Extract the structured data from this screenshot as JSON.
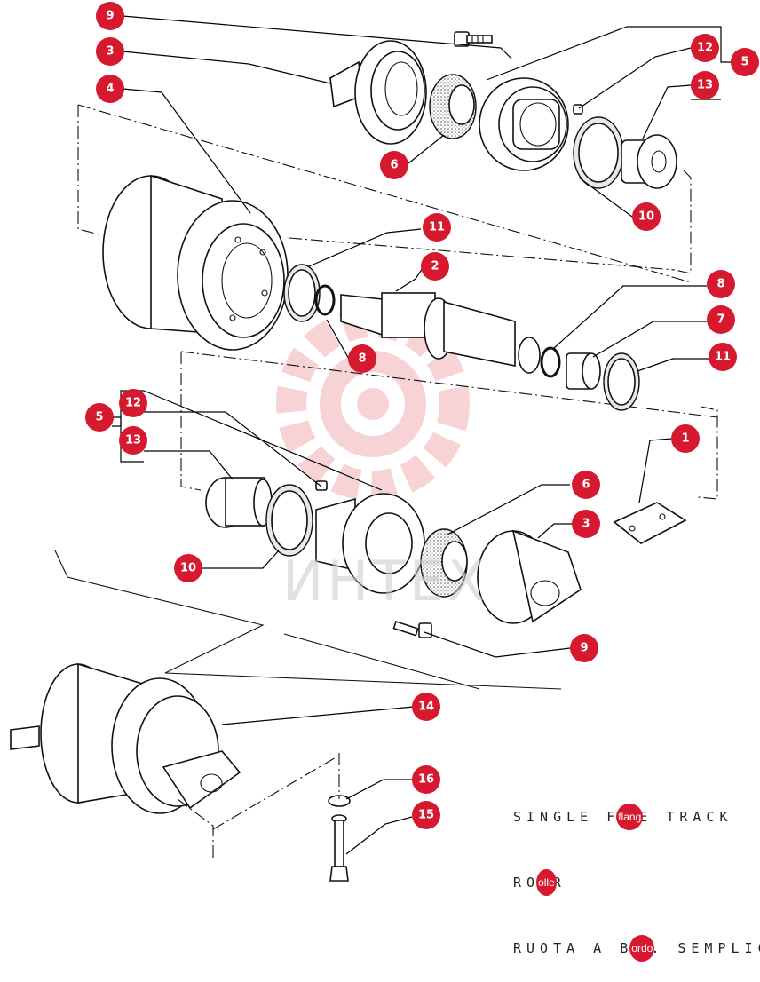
{
  "diagram": {
    "callouts": [
      {
        "id": "c9a",
        "label": "9"
      },
      {
        "id": "c3a",
        "label": "3"
      },
      {
        "id": "c4",
        "label": "4"
      },
      {
        "id": "c6a",
        "label": "6"
      },
      {
        "id": "c12a",
        "label": "12"
      },
      {
        "id": "c13a",
        "label": "13"
      },
      {
        "id": "c5a",
        "label": "5"
      },
      {
        "id": "c10a",
        "label": "10"
      },
      {
        "id": "c11a",
        "label": "11"
      },
      {
        "id": "c2",
        "label": "2"
      },
      {
        "id": "c8a",
        "label": "8"
      },
      {
        "id": "c8b",
        "label": "8"
      },
      {
        "id": "c7",
        "label": "7"
      },
      {
        "id": "c11b",
        "label": "11"
      },
      {
        "id": "c1",
        "label": "1"
      },
      {
        "id": "c5b",
        "label": "5"
      },
      {
        "id": "c12b",
        "label": "12"
      },
      {
        "id": "c13b",
        "label": "13"
      },
      {
        "id": "c6b",
        "label": "6"
      },
      {
        "id": "c3b",
        "label": "3"
      },
      {
        "id": "c10b",
        "label": "10"
      },
      {
        "id": "c9b",
        "label": "9"
      },
      {
        "id": "c14",
        "label": "14"
      },
      {
        "id": "c16",
        "label": "16"
      },
      {
        "id": "c15",
        "label": "15"
      }
    ],
    "caption": {
      "line1_a": "SINGLE F",
      "line1_dot": "flang",
      "line1_b": "E TRACK",
      "line2_a": "RO",
      "line2_dot": "olle",
      "line2_b": "R",
      "line3_a": "RUOTA A B",
      "line3_dot": "ordo",
      "line3_b": ". SEMPLICE"
    },
    "watermark": "ИНТЕХ",
    "colors": {
      "callout": "#d6192e",
      "watermark": "#e23b46"
    }
  }
}
